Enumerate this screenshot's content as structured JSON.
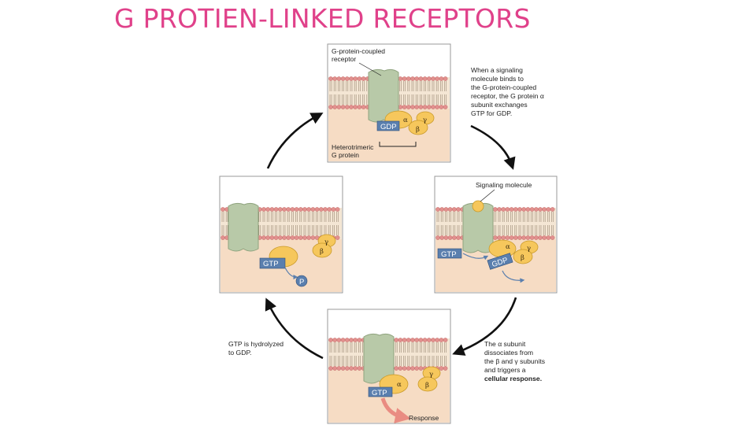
{
  "title": "G PROTIEN-LINKED RECEPTORS",
  "colors": {
    "title": "#e0418a",
    "cytoplasm": "#f6dcc4",
    "outside": "#ffffff",
    "lipid_head": "#e2908e",
    "receptor": "#b8c9a8",
    "gprotein": "#f6c75c",
    "nucleotide_box": "#5a7fae",
    "response_arrow": "#e98c82"
  },
  "panels": {
    "top": {
      "label_receptor": [
        "G-protein-coupled",
        "receptor"
      ],
      "label_gprotein": [
        "Heterotrimeric",
        "G protein"
      ],
      "nucleotide": "GDP",
      "subunits": {
        "alpha": "α",
        "beta": "β",
        "gamma": "γ"
      }
    },
    "right": {
      "label_signal": "Signaling molecule",
      "nucleotide_in": "GTP",
      "nucleotide_out": "GDP",
      "subunits": {
        "alpha": "α",
        "beta": "β",
        "gamma": "γ"
      }
    },
    "bottom": {
      "nucleotide": "GTP",
      "response": "Response",
      "subunits": {
        "alpha": "α",
        "beta": "β",
        "gamma": "γ"
      }
    },
    "left": {
      "nucleotide": "GTP",
      "phosphate": "P",
      "subunits": {
        "beta": "β",
        "gamma": "γ"
      }
    }
  },
  "captions": {
    "top_right": [
      "When a signaling",
      "molecule binds to",
      "the G-protein-coupled",
      "receptor, the G protein α",
      "subunit exchanges",
      "GTP for GDP."
    ],
    "bottom_right": [
      "The α subunit",
      "dissociates from",
      "the β and γ subunits",
      "and triggers a",
      "cellular response."
    ],
    "bottom_left": [
      "GTP is hydrolyzed",
      "to GDP."
    ]
  }
}
